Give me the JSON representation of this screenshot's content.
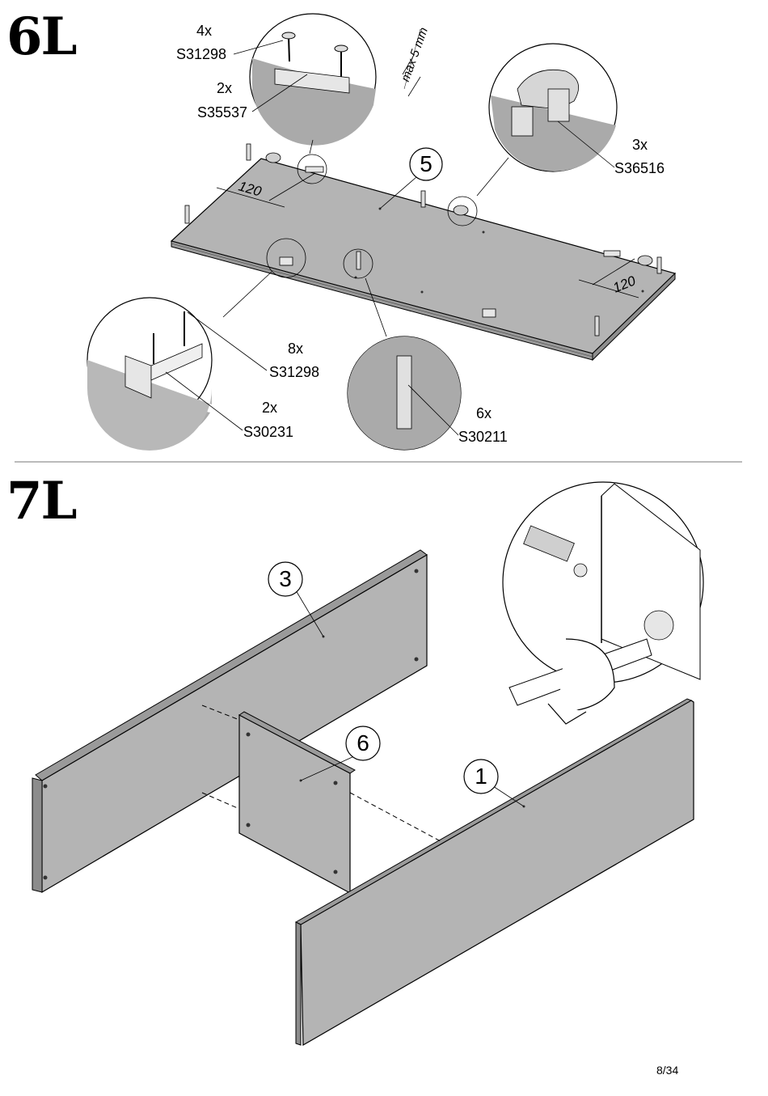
{
  "steps": {
    "step6": {
      "title": "6L",
      "part_number": "5",
      "dimension_left": "120",
      "dimension_right": "120",
      "max_gap": "max 5 mm",
      "hardware": [
        {
          "qty": "4x",
          "code": "S31298"
        },
        {
          "qty": "2x",
          "code": "S35537"
        },
        {
          "qty": "3x",
          "code": "S36516"
        },
        {
          "qty": "8x",
          "code": "S31298"
        },
        {
          "qty": "2x",
          "code": "S30231"
        },
        {
          "qty": "6x",
          "code": "S30211"
        }
      ]
    },
    "step7": {
      "title": "7L",
      "parts": [
        "3",
        "6",
        "1"
      ]
    }
  },
  "page_number": "8/34"
}
